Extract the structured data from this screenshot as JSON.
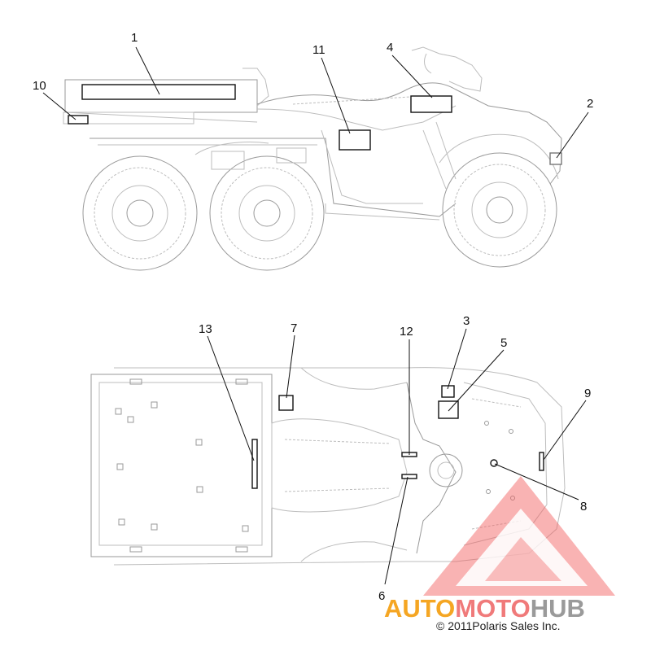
{
  "diagram": {
    "callouts": [
      "1",
      "2",
      "3",
      "4",
      "5",
      "6",
      "7",
      "8",
      "9",
      "10",
      "11",
      "12",
      "13"
    ],
    "watermark": {
      "brand_part1": "AUTO",
      "brand_part2": "MOTO",
      "brand_part3": "HUB",
      "colors": {
        "auto": "#f5a623",
        "moto": "#f07a7a",
        "hub": "#9a9a9a",
        "triangle": "#f25c5c"
      }
    },
    "copyright": "© 2011Polaris Sales Inc."
  }
}
